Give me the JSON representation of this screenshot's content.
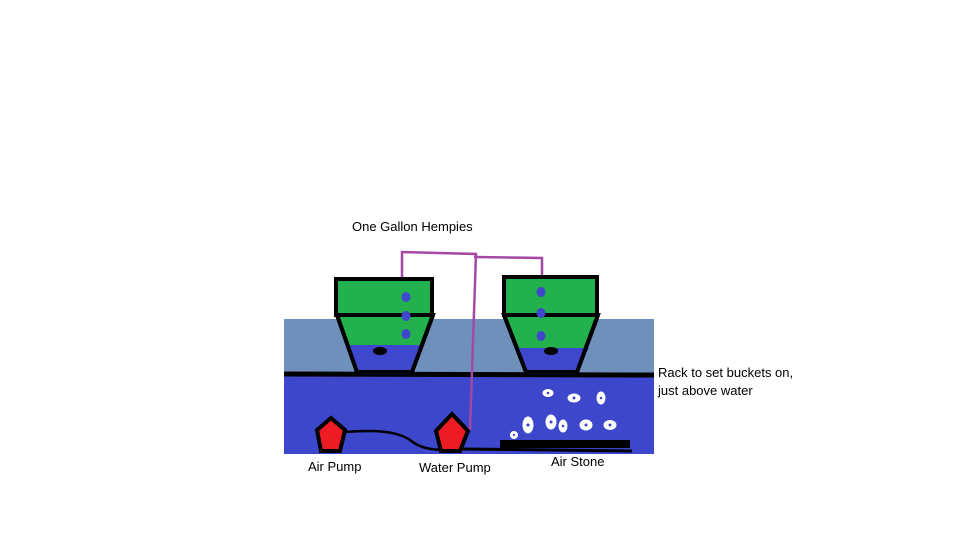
{
  "labels": {
    "buckets": "One Gallon Hempies",
    "rack_line1": "Rack to set buckets on,",
    "rack_line2": "just above water",
    "air_pump": "Air Pump",
    "water_pump": "Water Pump",
    "air_stone": "Air Stone"
  },
  "colors": {
    "reservoir_water": "#3c47cc",
    "air_gap": "#7090bc",
    "bucket_green": "#22b14c",
    "bucket_water": "#3f48cc",
    "pump_red": "#ed1c24",
    "tubing_purple": "#a349a4",
    "outline": "#000000",
    "bubbles": "#ffffff"
  }
}
